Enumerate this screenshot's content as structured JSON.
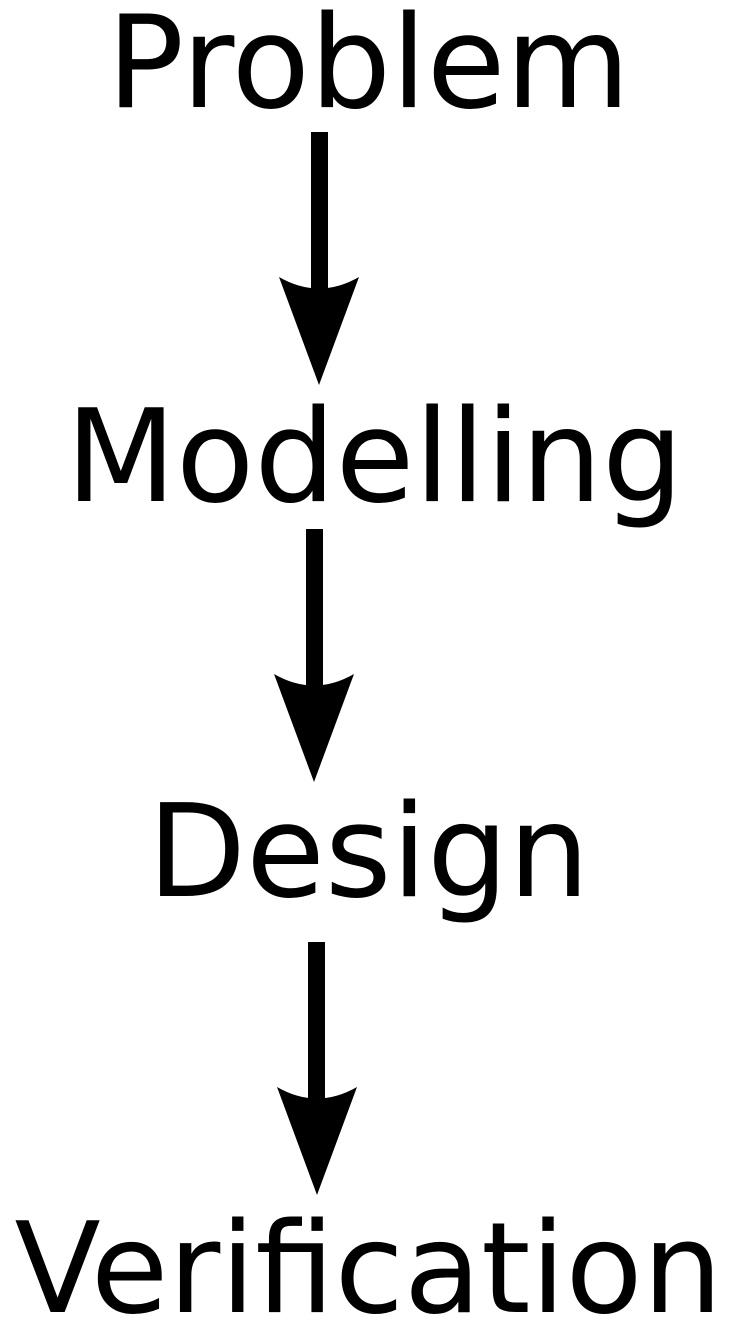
{
  "steps": [
    {
      "label": "Problem"
    },
    {
      "label": "Modelling"
    },
    {
      "label": "Design"
    },
    {
      "label": "Verification"
    }
  ],
  "colors": {
    "text": "#000000",
    "arrow": "#000000",
    "background": "#ffffff"
  }
}
